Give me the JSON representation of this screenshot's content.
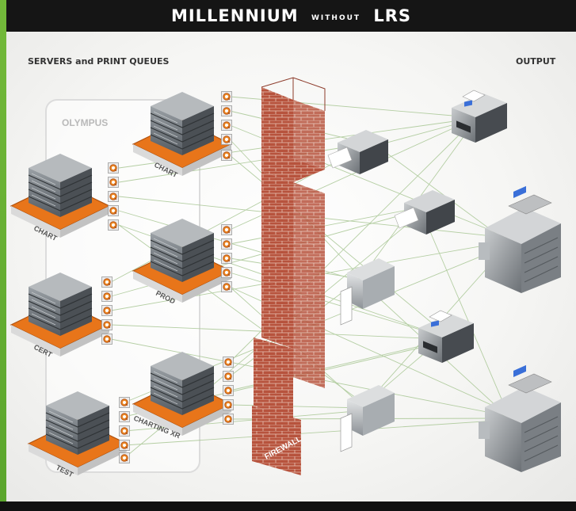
{
  "title": {
    "left": "MILLENNIUM",
    "middle": "WITHOUT",
    "right": "LRS"
  },
  "headings": {
    "servers": "SERVERS and PRINT QUEUES",
    "output": "OUTPUT"
  },
  "group_label": "OLYMPUS",
  "servers": [
    {
      "id": "chart-top",
      "label": "CHART"
    },
    {
      "id": "chart-left",
      "label": "CHART"
    },
    {
      "id": "prod",
      "label": "PROD"
    },
    {
      "id": "cert",
      "label": "CERT"
    },
    {
      "id": "charting-xr",
      "label": "CHARTING XR"
    },
    {
      "id": "test",
      "label": "TEST"
    }
  ],
  "firewall_label": "FIREWALL",
  "colors": {
    "accent": "#e8751a",
    "brick": "#b5513c",
    "green": "#6cb33f",
    "line": "#a4c48a"
  }
}
